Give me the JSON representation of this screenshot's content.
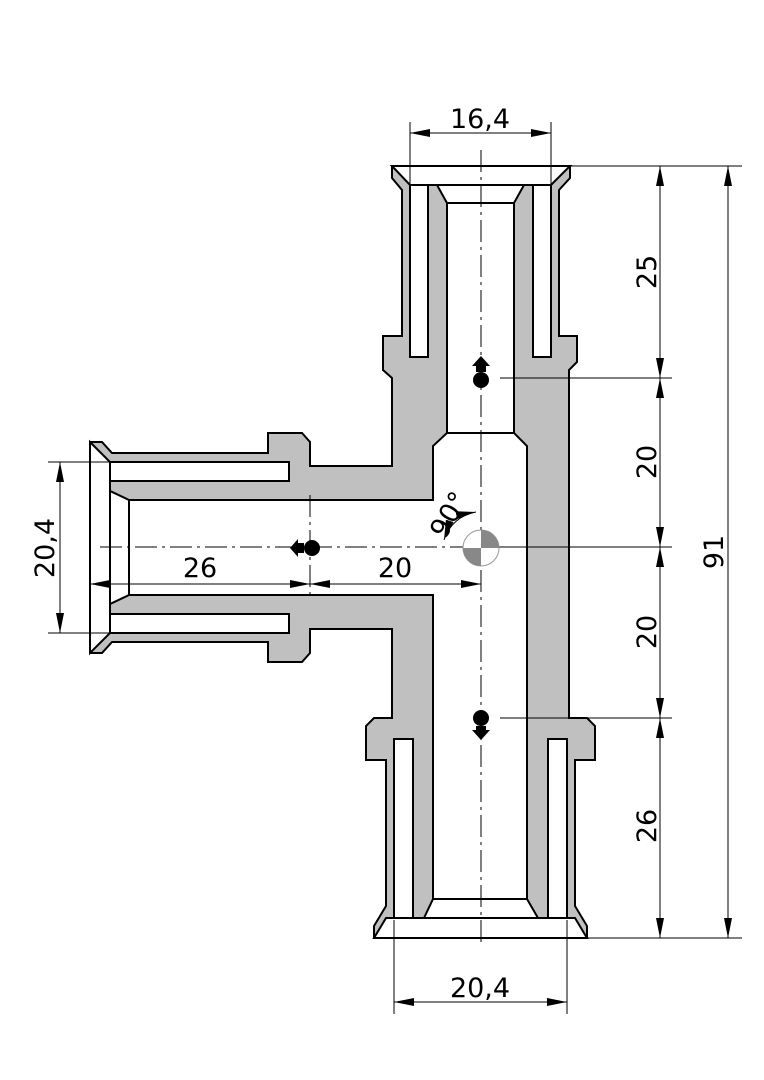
{
  "drawing": {
    "title": "T-fitting section drawing",
    "colors": {
      "section_fill": "#c0c0c0",
      "line": "#000000",
      "background": "#ffffff"
    },
    "dimensions": {
      "top_width": "16,4",
      "bottom_width": "20,4",
      "left_height": "20,4",
      "left_branch_length": "26",
      "left_to_center": "20",
      "angle": "90°",
      "right_top": "25",
      "right_upper_mid": "20",
      "right_lower_mid": "20",
      "right_bottom": "26",
      "overall_height": "91"
    }
  }
}
